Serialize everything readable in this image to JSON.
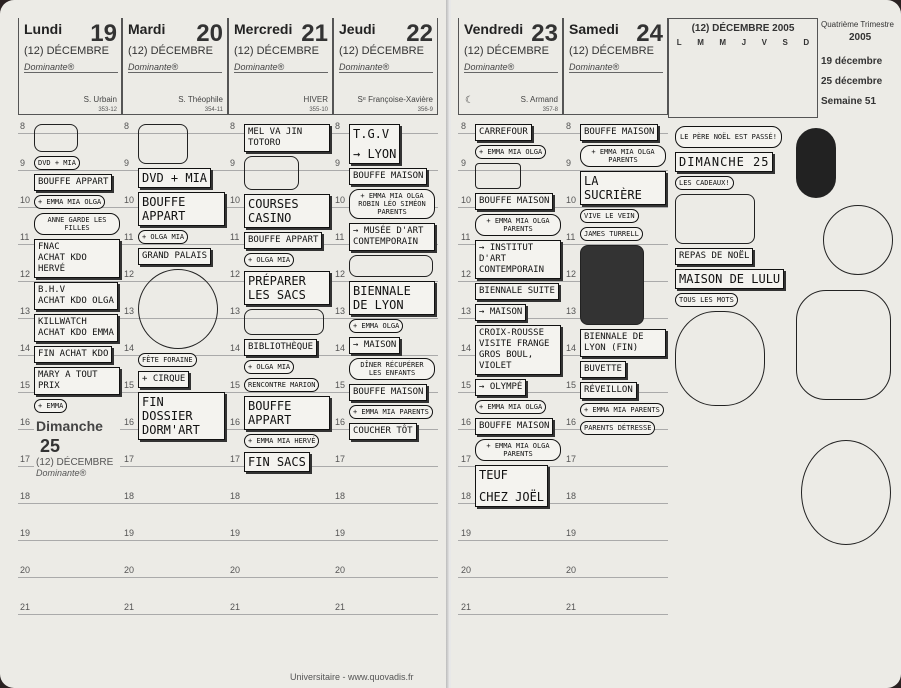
{
  "days": [
    {
      "name": "Lundi",
      "num": "19",
      "month": "(12) DÉCEMBRE",
      "dominante": "Dominante®",
      "saint": "S. Urbain",
      "daycount": "353-12"
    },
    {
      "name": "Mardi",
      "num": "20",
      "month": "(12) DÉCEMBRE",
      "dominante": "Dominante®",
      "saint": "S. Théophile",
      "daycount": "354-11"
    },
    {
      "name": "Mercredi",
      "num": "21",
      "month": "(12) DÉCEMBRE",
      "dominante": "Dominante®",
      "saint": "HIVER",
      "daycount": "355-10"
    },
    {
      "name": "Jeudi",
      "num": "22",
      "month": "(12) DÉCEMBRE",
      "dominante": "Dominante®",
      "saint": "Sᵉ Françoise-Xavière",
      "daycount": "356-9"
    },
    {
      "name": "Vendredi",
      "num": "23",
      "month": "(12) DÉCEMBRE",
      "dominante": "Dominante®",
      "saint": "S. Armand",
      "daycount": "357-8"
    },
    {
      "name": "Samedi",
      "num": "24",
      "month": "(12) DÉCEMBRE",
      "dominante": "Dominante®"
    }
  ],
  "sunday": {
    "name": "Dimanche",
    "num": "25",
    "month": "(12) DÉCEMBRE",
    "dominante": "Dominante®"
  },
  "hours": [
    "8",
    "9",
    "10",
    "11",
    "12",
    "13",
    "14",
    "15",
    "16",
    "17",
    "18",
    "19",
    "20",
    "21"
  ],
  "mini_calendar": {
    "title": "(12) DÉCEMBRE 2005",
    "weekdays": [
      "L",
      "M",
      "M",
      "J",
      "V",
      "S",
      "D"
    ]
  },
  "sidebar": {
    "quarter": "Quatrième Trimestre",
    "year": "2005",
    "from": "19 décembre",
    "to": "25 décembre",
    "week": "Semaine 51"
  },
  "footer": "Universitaire - www.quovadis.fr",
  "notes": {
    "mon": [
      "DVD + MIA",
      "BOUFFE APPART",
      "+ EMMA MIA OLGA",
      "ANNE GARDE LES FILLES",
      "FNAC",
      "ACHAT KDO HERVÉ",
      "B.H.V",
      "ACHAT KDO OLGA",
      "KILLWATCH",
      "ACHAT KDO EMMA",
      "FIN ACHAT KDO",
      "MARY A TOUT PRIX",
      "+ EMMA"
    ],
    "tue": [
      "DVD + MIA",
      "BOUFFE APPART",
      "+ OLGA MIA",
      "GRAND PALAIS",
      "FÊTE FORAINE",
      "+ CIRQUE",
      "FIN DOSSIER",
      "DORM'ART"
    ],
    "wed": [
      "MEL VA JIN TOTORO",
      "COURSES CASINO",
      "BOUFFE APPART",
      "+ OLGA MIA",
      "PRÉPARER LES SACS",
      "BIBLIOTHÈQUE",
      "+ OLGA MIA",
      "RENCONTRE MARION",
      "BOUFFE APPART",
      "+ EMMA MIA HERVÉ",
      "FIN SACS"
    ],
    "thu": [
      "T.G.V",
      "→ LYON",
      "BOUFFE MAISON",
      "+ EMMA MIA OLGA ROBIN LÉO SIMÉON PARENTS",
      "→ MUSÉE D'ART CONTEMPORAIN",
      "BIENNALE DE LYON",
      "+ EMMA OLGA",
      "→ MAISON",
      "DÎNER RÉCUPÉRER LES ENFANTS",
      "BOUFFE MAISON",
      "+ EMMA MIA PARENTS",
      "COUCHER TÔT"
    ],
    "fri": [
      "CARREFOUR",
      "+ EMMA MIA OLGA",
      "BOUFFE MAISON",
      "+ EMMA MIA OLGA PARENTS",
      "→ INSTITUT D'ART CONTEMPORAIN",
      "BIENNALE SUITE",
      "→ MAISON",
      "CROIX-ROUSSE",
      "VISITE FRANGE",
      "GROS BOUL, VIOLET",
      "→ OLYMPÉ",
      "+ EMMA MIA OLGA",
      "BOUFFE MAISON",
      "+ EMMA MIA OLGA PARENTS",
      "TEUF",
      "CHEZ JOËL"
    ],
    "sat": [
      "BOUFFE MAISON",
      "+ EMMA MIA OLGA PARENTS",
      "LA SUCRIÈRE",
      "VIVE LE VEIN",
      "JAMES TURRELL",
      "BIENNALE DE LYON (FIN)",
      "BUVETTE",
      "RÉVEILLON",
      "+ EMMA MIA PARENTS",
      "PARENTS DÉTRESSE"
    ],
    "sun": [
      "LE PÈRE NOËL EST PASSÉ!",
      "DIMANCHE 25",
      "LES CADEAUX!",
      "REPAS DE NOËL",
      "MAISON de LULU",
      "TOUS LES MOTS"
    ]
  }
}
